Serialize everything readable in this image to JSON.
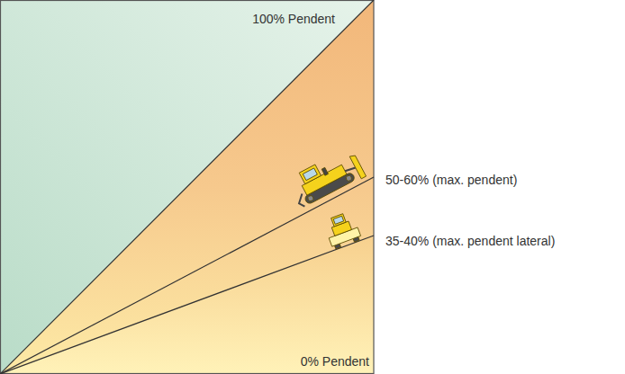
{
  "diagram": {
    "labels": [
      "100% Pendent",
      "50-60% (max. pendent)",
      "35-40% (max. pendent lateral)",
      "0% Pendent"
    ]
  }
}
